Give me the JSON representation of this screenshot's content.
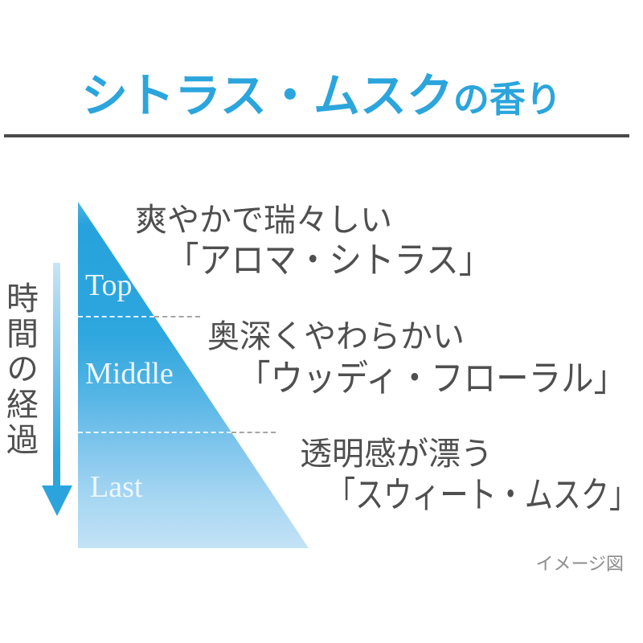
{
  "title": {
    "main": "シトラス・ムスク",
    "suffix": "の香り"
  },
  "time_axis": {
    "label": "時間の経過",
    "arrow_icon": "arrow-down"
  },
  "pyramid": {
    "stages": [
      {
        "name": "Top",
        "descriptor": "爽やかで瑞々しい",
        "note": "「アロマ・シトラス」"
      },
      {
        "name": "Middle",
        "descriptor": "奥深くやわらかい",
        "note": "「ウッディ・フローラル」"
      },
      {
        "name": "Last",
        "descriptor": "透明感が漂う",
        "note": "「スウィート・ムスク」"
      }
    ]
  },
  "footer": {
    "caption": "イメージ図"
  },
  "colors": {
    "accent": "#2BA5DC",
    "triangle_top": "#27A2DC",
    "triangle_mid": "#55B5E5",
    "triangle_bottom": "#C3E2F6",
    "text_primary": "#4F4F4F",
    "stage_label": "#EDF7FC",
    "divider": "#4A4A4A",
    "caption": "#8C8C8C",
    "dash_gray": "#A5A5A5"
  }
}
